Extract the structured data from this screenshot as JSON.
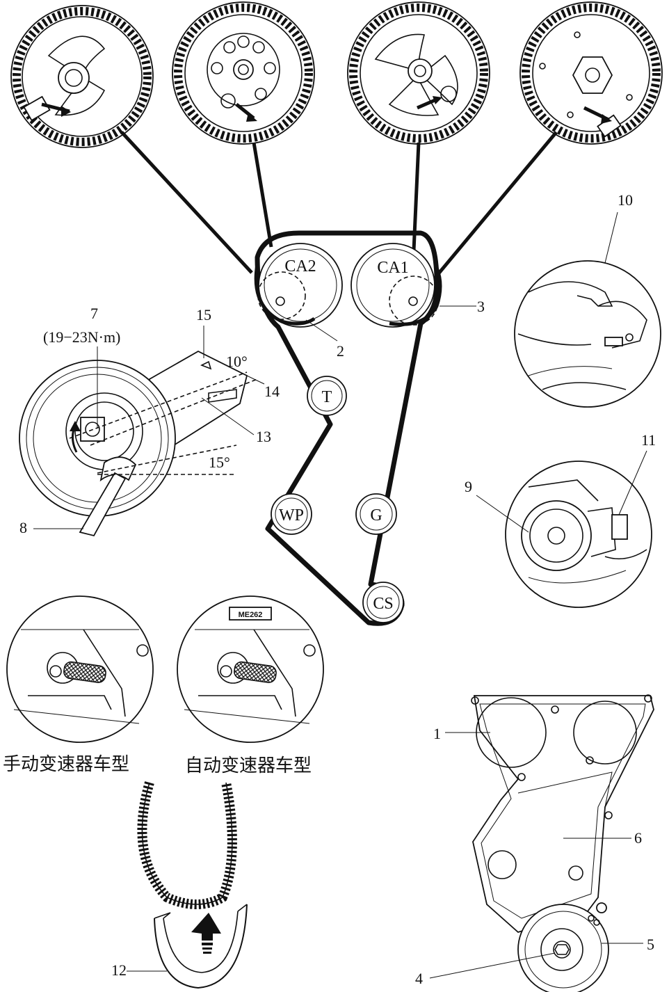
{
  "pulleys": {
    "ca2": "CA2",
    "ca1": "CA1",
    "tensioner": "T",
    "water_pump": "WP",
    "generator": "G",
    "crankshaft": "CS"
  },
  "callouts": {
    "n1": "1",
    "n2": "2",
    "n3": "3",
    "n4": "4",
    "n5": "5",
    "n6": "6",
    "n7": "7",
    "n8": "8",
    "n9": "9",
    "n10": "10",
    "n11": "11",
    "n12": "12",
    "n13": "13",
    "n14": "14",
    "n15": "15"
  },
  "torque": "(19−23N·m)",
  "angles": {
    "a10": "10°",
    "a15": "15°"
  },
  "captions": {
    "manual": "手动变速器车型",
    "automatic": "自动变速器车型",
    "tool_mark": "ME262"
  }
}
